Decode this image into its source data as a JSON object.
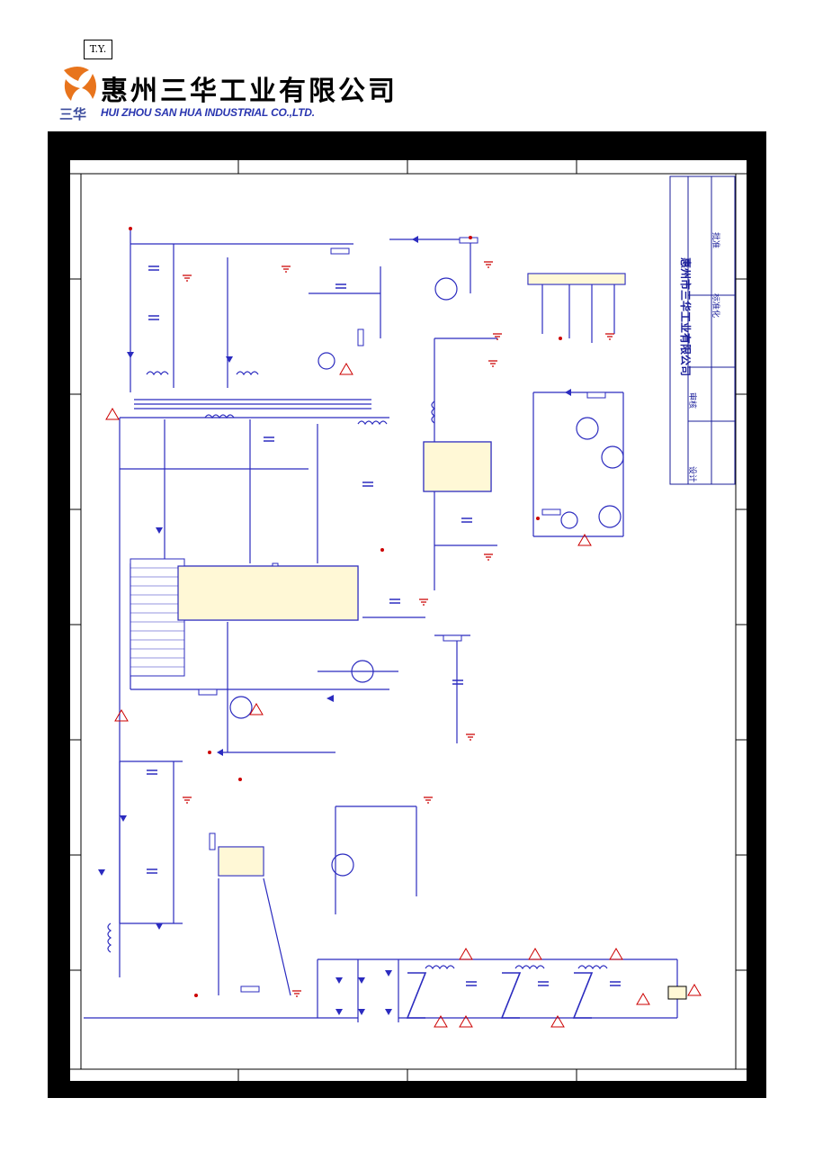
{
  "header": {
    "doc_mark": "T.Y.",
    "company_cn": "惠州三华工业有限公司",
    "company_short": "三华",
    "company_en": "HUI ZHOU SAN HUA INDUSTRIAL CO.,LTD."
  },
  "colors": {
    "frame": "#000000",
    "wire": "#2b2bbf",
    "ground": "#cc0000",
    "logo_orange": "#e8741c",
    "logo_blue": "#2a36b0"
  },
  "title_block": {
    "company": "惠州市三华工业有限公司",
    "labels": [
      "设计",
      "审核",
      "标准化",
      "批准"
    ]
  }
}
